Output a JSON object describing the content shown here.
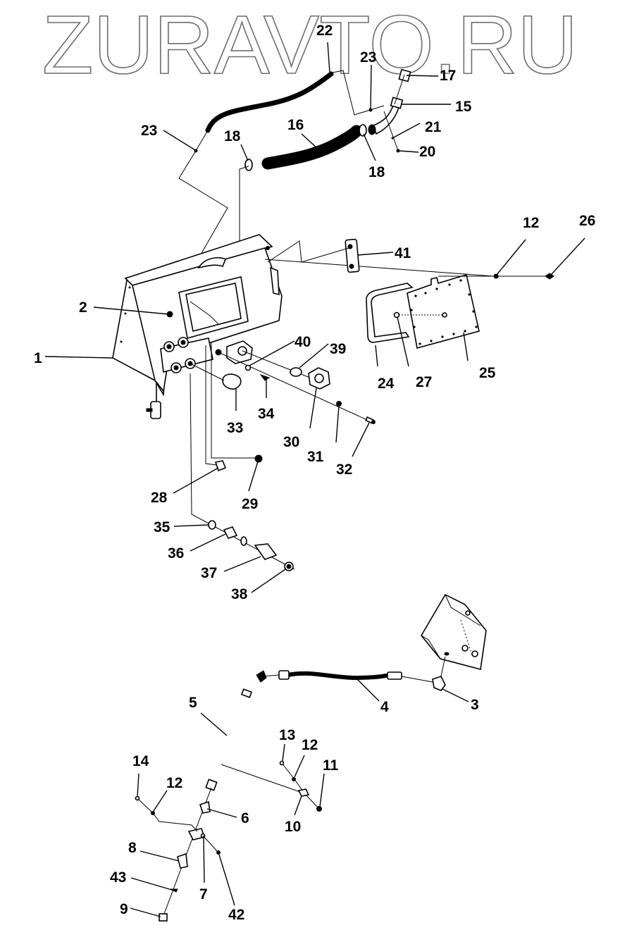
{
  "watermark": {
    "text": "ZURAVTO.RU",
    "color": "#6e6e6e"
  },
  "diagram": {
    "type": "exploded-parts-diagram",
    "subject": "hydraulic tank assembly with hoses and fittings",
    "callouts": {
      "c1": "1",
      "c2": "2",
      "c3": "3",
      "c4": "4",
      "c5": "5",
      "c6": "6",
      "c7": "7",
      "c8": "8",
      "c9": "9",
      "c10": "10",
      "c11": "11",
      "c12a": "12",
      "c12b": "12",
      "c12c": "12",
      "c13": "13",
      "c14": "14",
      "c15": "15",
      "c16": "16",
      "c17": "17",
      "c18a": "18",
      "c18b": "18",
      "c20": "20",
      "c21": "21",
      "c22": "22",
      "c23a": "23",
      "c23b": "23",
      "c24": "24",
      "c25": "25",
      "c26": "26",
      "c27": "27",
      "c28": "28",
      "c29": "29",
      "c30": "30",
      "c31": "31",
      "c32": "32",
      "c33": "33",
      "c34": "34",
      "c35": "35",
      "c36": "36",
      "c37": "37",
      "c38": "38",
      "c39": "39",
      "c40": "40",
      "c41": "41",
      "c42": "42",
      "c43": "43"
    }
  }
}
